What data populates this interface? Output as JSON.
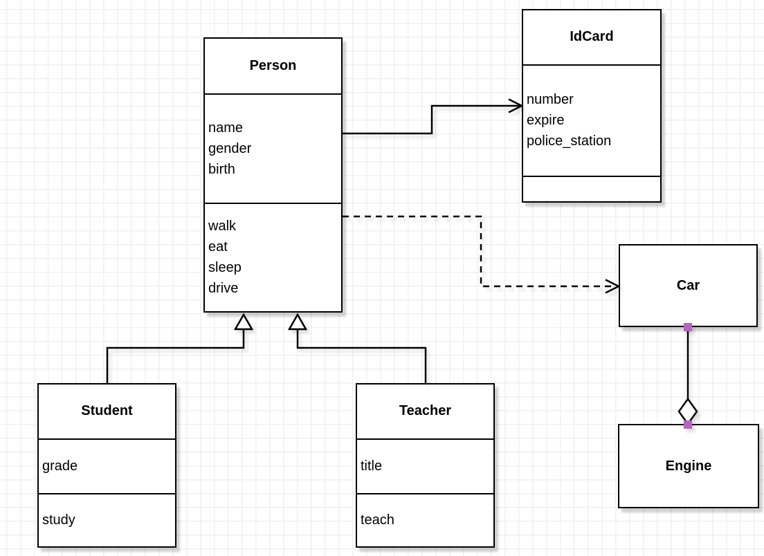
{
  "diagram": {
    "kind": "uml-class-diagram",
    "classes": {
      "person": {
        "title": "Person",
        "attributes": [
          "name",
          "gender",
          "birth"
        ],
        "methods": [
          "walk",
          "eat",
          "sleep",
          "drive"
        ]
      },
      "idcard": {
        "title": "IdCard",
        "attributes": [
          "number",
          "expire",
          "police_station"
        ],
        "methods": []
      },
      "car": {
        "title": "Car",
        "attributes": [],
        "methods": []
      },
      "engine": {
        "title": "Engine",
        "attributes": [],
        "methods": []
      },
      "student": {
        "title": "Student",
        "attributes": [
          "grade"
        ],
        "methods": [
          "study"
        ]
      },
      "teacher": {
        "title": "Teacher",
        "attributes": [
          "title"
        ],
        "methods": [
          "teach"
        ]
      }
    },
    "relationships": [
      {
        "from": "Person",
        "to": "IdCard",
        "type": "association",
        "line": "solid",
        "arrow": "open-arrow"
      },
      {
        "from": "Person",
        "to": "Car",
        "type": "dependency",
        "line": "dashed",
        "arrow": "open-arrow"
      },
      {
        "from": "Student",
        "to": "Person",
        "type": "generalization",
        "line": "solid",
        "arrow": "hollow-triangle"
      },
      {
        "from": "Teacher",
        "to": "Person",
        "type": "generalization",
        "line": "solid",
        "arrow": "hollow-triangle"
      },
      {
        "from": "Car",
        "to": "Engine",
        "type": "aggregation",
        "line": "solid",
        "arrow": "hollow-diamond"
      }
    ],
    "colors": {
      "shape_fill": "#ffffff",
      "shape_stroke": "#000000",
      "grid_line": "#f2efef",
      "connection_point": "#b665bd"
    }
  }
}
